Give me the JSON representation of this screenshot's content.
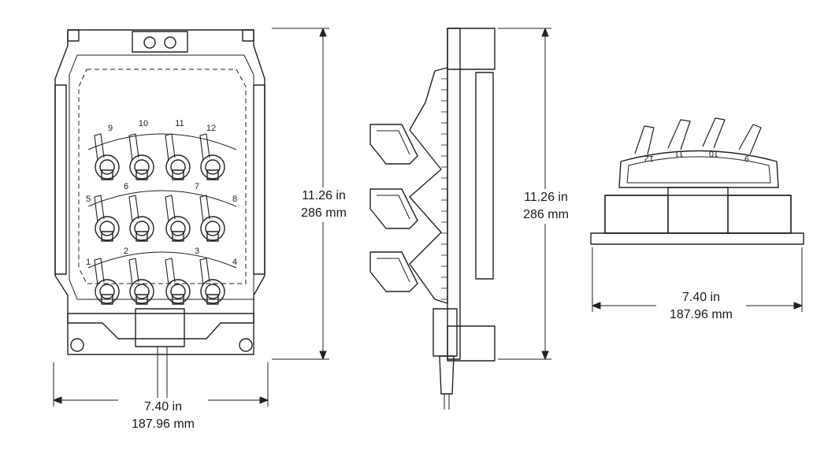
{
  "front_view": {
    "port_numbers": [
      "9",
      "10",
      "11",
      "12",
      "5",
      "6",
      "7",
      "8",
      "1",
      "2",
      "3",
      "4"
    ],
    "width_in": "7.40 in",
    "width_mm": "187.96 mm",
    "height_in": "11.26 in",
    "height_mm": "286 mm"
  },
  "side_view": {
    "height_in": "11.26 in",
    "height_mm": "286 mm"
  },
  "top_view": {
    "port_numbers": [
      "12",
      "11",
      "10",
      "9"
    ],
    "width_in": "7.40 in",
    "width_mm": "187.96 mm"
  },
  "colors": {
    "line": "#222222",
    "background": "#ffffff"
  }
}
